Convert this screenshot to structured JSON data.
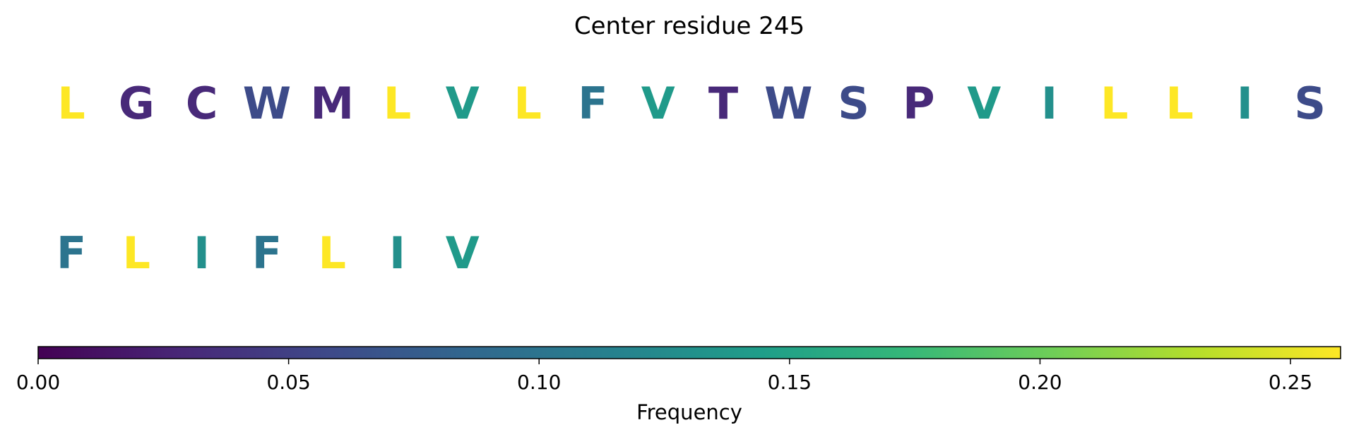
{
  "chart_data": {
    "type": "sequence-logo",
    "title": "Center residue 245",
    "residues": [
      {
        "letter": "L",
        "frequency": 0.26
      },
      {
        "letter": "G",
        "frequency": 0.03
      },
      {
        "letter": "C",
        "frequency": 0.03
      },
      {
        "letter": "W",
        "frequency": 0.06
      },
      {
        "letter": "M",
        "frequency": 0.03
      },
      {
        "letter": "L",
        "frequency": 0.26
      },
      {
        "letter": "V",
        "frequency": 0.14
      },
      {
        "letter": "L",
        "frequency": 0.26
      },
      {
        "letter": "F",
        "frequency": 0.1
      },
      {
        "letter": "V",
        "frequency": 0.14
      },
      {
        "letter": "T",
        "frequency": 0.03
      },
      {
        "letter": "W",
        "frequency": 0.06
      },
      {
        "letter": "S",
        "frequency": 0.06
      },
      {
        "letter": "P",
        "frequency": 0.03
      },
      {
        "letter": "V",
        "frequency": 0.14
      },
      {
        "letter": "I",
        "frequency": 0.13
      },
      {
        "letter": "L",
        "frequency": 0.26
      },
      {
        "letter": "L",
        "frequency": 0.26
      },
      {
        "letter": "I",
        "frequency": 0.13
      },
      {
        "letter": "S",
        "frequency": 0.06
      },
      {
        "letter": "F",
        "frequency": 0.1
      },
      {
        "letter": "L",
        "frequency": 0.26
      },
      {
        "letter": "I",
        "frequency": 0.13
      },
      {
        "letter": "F",
        "frequency": 0.1
      },
      {
        "letter": "L",
        "frequency": 0.26
      },
      {
        "letter": "I",
        "frequency": 0.13
      },
      {
        "letter": "V",
        "frequency": 0.14
      }
    ],
    "colorbar": {
      "label": "Frequency",
      "range": [
        0,
        0.26
      ],
      "ticks": [
        0,
        0.05,
        0.1,
        0.15,
        0.2,
        0.25
      ],
      "tick_labels": [
        "0.00",
        "0.05",
        "0.10",
        "0.15",
        "0.20",
        "0.25"
      ],
      "colormap": "viridis",
      "colormap_stops": [
        "#440154",
        "#482878",
        "#3e4989",
        "#31688e",
        "#26828e",
        "#1f9e89",
        "#35b779",
        "#6ece58",
        "#b5de2b",
        "#fde725"
      ]
    }
  }
}
